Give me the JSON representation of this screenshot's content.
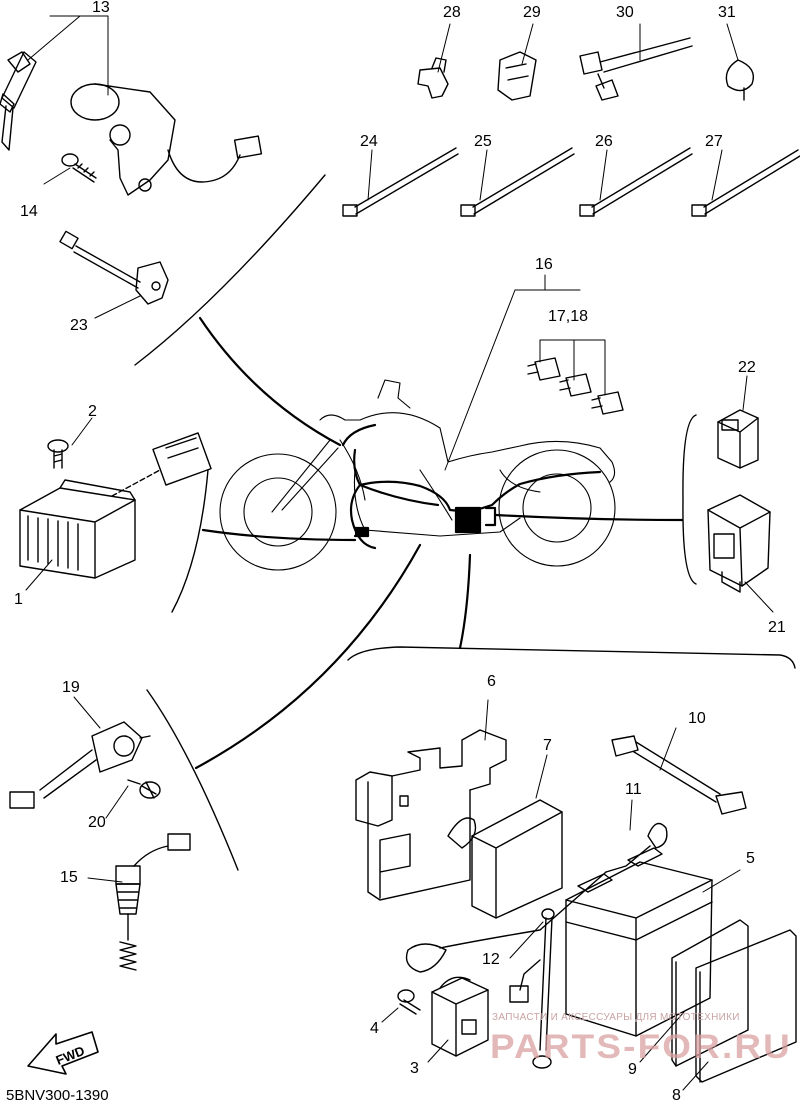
{
  "diagram_code": "5BNV300-1390",
  "watermark": {
    "caption": "ЗАПЧАСТИ И АКСЕССУАРЫ ДЛЯ МОТОТЕХНИКИ",
    "logo_text": "PARTS-FOR.RU",
    "color": "#d9a0a0"
  },
  "fwd_arrow": {
    "label": "FWD"
  },
  "callouts": [
    {
      "id": "13",
      "text": "13"
    },
    {
      "id": "14",
      "text": "14"
    },
    {
      "id": "23",
      "text": "23"
    },
    {
      "id": "2",
      "text": "2"
    },
    {
      "id": "1",
      "text": "1"
    },
    {
      "id": "28",
      "text": "28"
    },
    {
      "id": "29",
      "text": "29"
    },
    {
      "id": "30",
      "text": "30"
    },
    {
      "id": "31",
      "text": "31"
    },
    {
      "id": "24",
      "text": "24"
    },
    {
      "id": "25",
      "text": "25"
    },
    {
      "id": "26",
      "text": "26"
    },
    {
      "id": "27",
      "text": "27"
    },
    {
      "id": "16",
      "text": "16"
    },
    {
      "id": "17_18",
      "text": "17,18"
    },
    {
      "id": "22",
      "text": "22"
    },
    {
      "id": "21",
      "text": "21"
    },
    {
      "id": "19",
      "text": "19"
    },
    {
      "id": "20",
      "text": "20"
    },
    {
      "id": "15",
      "text": "15"
    },
    {
      "id": "6",
      "text": "6"
    },
    {
      "id": "7",
      "text": "7"
    },
    {
      "id": "10",
      "text": "10"
    },
    {
      "id": "11",
      "text": "11"
    },
    {
      "id": "5",
      "text": "5"
    },
    {
      "id": "12",
      "text": "12"
    },
    {
      "id": "4",
      "text": "4"
    },
    {
      "id": "3",
      "text": "3"
    },
    {
      "id": "9",
      "text": "9"
    },
    {
      "id": "8",
      "text": "8"
    }
  ]
}
